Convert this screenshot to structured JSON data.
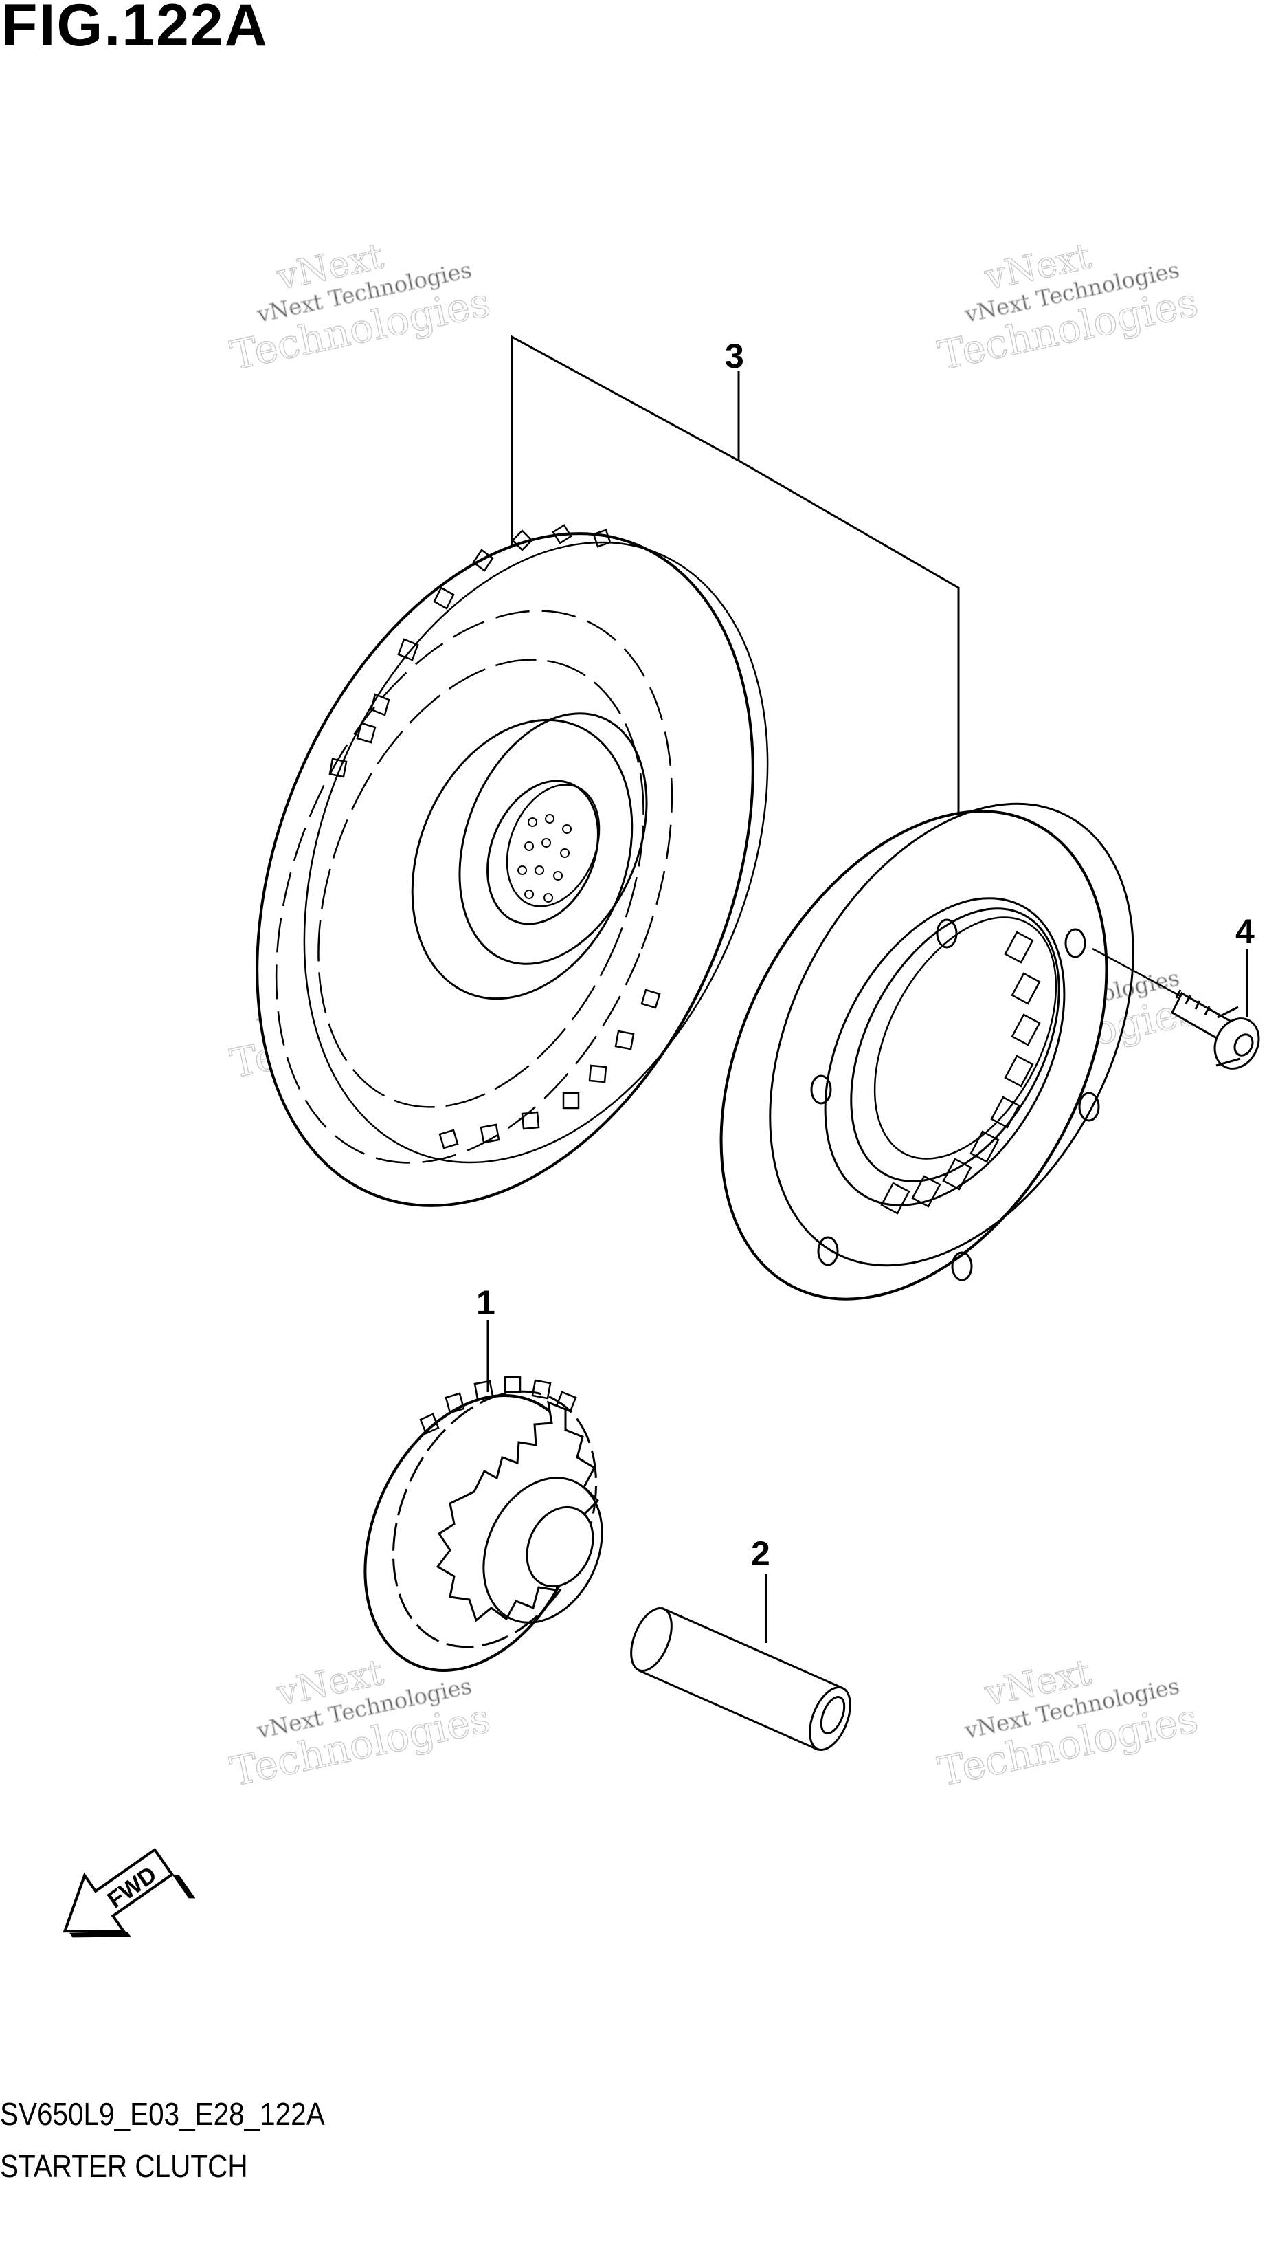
{
  "figure": {
    "title": "FIG.122A",
    "code": "SV650L9_E03_E28_122A",
    "name": "STARTER CLUTCH"
  },
  "callouts": [
    "3",
    "4",
    "1",
    "2"
  ],
  "fwd_label": "FWD",
  "watermark": {
    "line1": "vNext",
    "line2": "vNext Technologies",
    "line3": "Technologies"
  },
  "colors": {
    "ink": "#000000",
    "watermark": "#c8c8c8",
    "background": "#ffffff"
  }
}
